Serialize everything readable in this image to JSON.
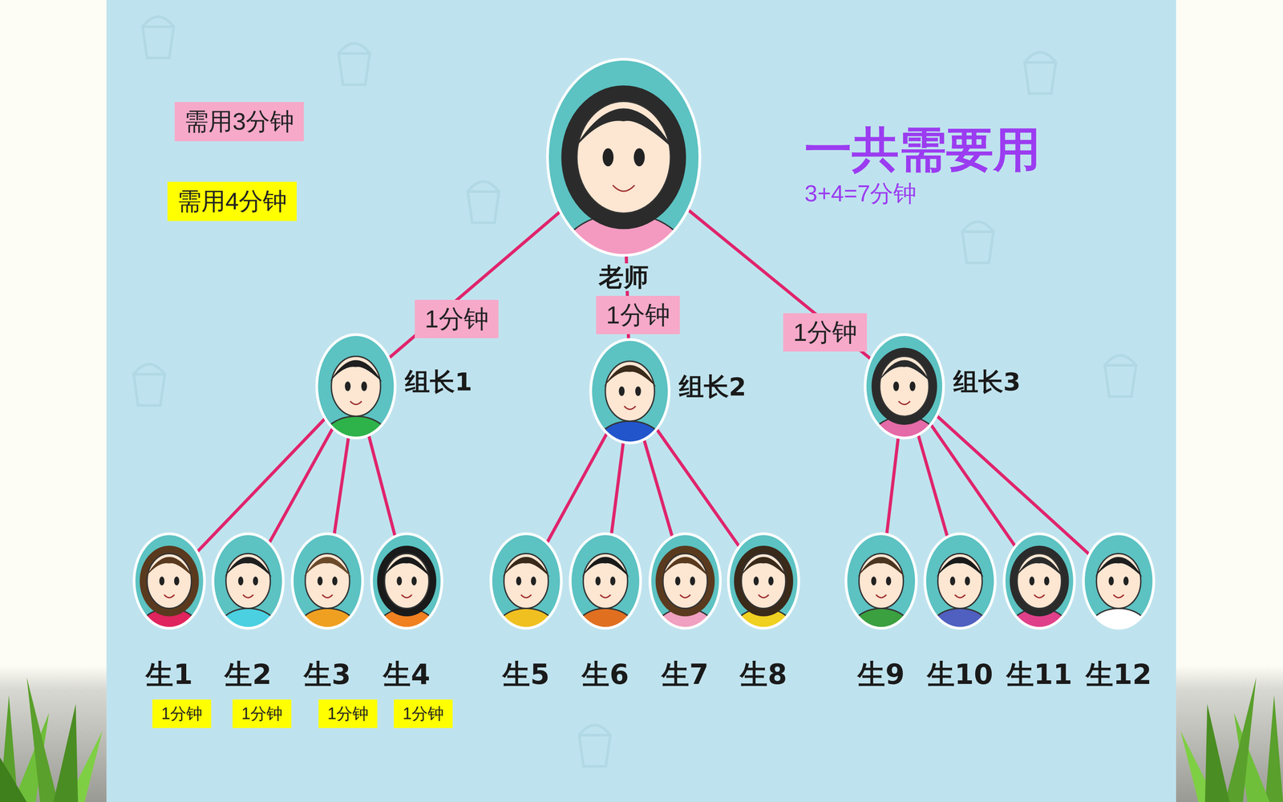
{
  "diagram": {
    "nodes": [
      {
        "text": [
          "老师"
        ]
      },
      {
        "text": [
          "组长1"
        ]
      },
      {
        "text": [
          "组长2"
        ]
      },
      {
        "text": [
          "组长3"
        ]
      },
      {
        "text": [
          "生1"
        ]
      },
      {
        "text": [
          "生2"
        ]
      },
      {
        "text": [
          "生3"
        ]
      },
      {
        "text": [
          "生4"
        ]
      },
      {
        "text": [
          "生5"
        ]
      },
      {
        "text": [
          "生6"
        ]
      },
      {
        "text": [
          "生7"
        ]
      },
      {
        "text": [
          "生8"
        ]
      },
      {
        "text": [
          "生9"
        ]
      },
      {
        "text": [
          "生10"
        ]
      },
      {
        "text": [
          "生11"
        ]
      },
      {
        "text": [
          "生12"
        ]
      }
    ],
    "edges": [
      {
        "from": 0,
        "to": 1,
        "arrow": "none",
        "label": "1分钟"
      },
      {
        "from": 0,
        "to": 2,
        "arrow": "none",
        "label": "1分钟"
      },
      {
        "from": 0,
        "to": 3,
        "arrow": "none",
        "label": "1分钟"
      },
      {
        "from": 1,
        "to": 4,
        "arrow": "none"
      },
      {
        "from": 1,
        "to": 5,
        "arrow": "none"
      },
      {
        "from": 1,
        "to": 6,
        "arrow": "none"
      },
      {
        "from": 1,
        "to": 7,
        "arrow": "none"
      },
      {
        "from": 2,
        "to": 8,
        "arrow": "none"
      },
      {
        "from": 2,
        "to": 9,
        "arrow": "none"
      },
      {
        "from": 2,
        "to": 10,
        "arrow": "none"
      },
      {
        "from": 2,
        "to": 11,
        "arrow": "none"
      },
      {
        "from": 3,
        "to": 12,
        "arrow": "none"
      },
      {
        "from": 3,
        "to": 13,
        "arrow": "none"
      },
      {
        "from": 3,
        "to": 14,
        "arrow": "none"
      },
      {
        "from": 3,
        "to": 15,
        "arrow": "none"
      }
    ],
    "labels": [
      "需用3分钟",
      "需用4分钟",
      "一共需要用",
      "3+4=7分钟",
      "1分钟",
      "1分钟",
      "1分钟",
      "1分钟"
    ]
  }
}
